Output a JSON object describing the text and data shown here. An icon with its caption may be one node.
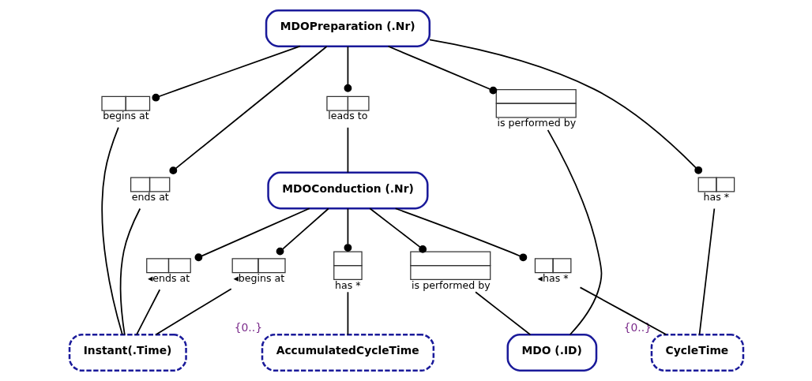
{
  "diagram": {
    "nodes": [
      {
        "text": [],
        "shape": "box",
        "beside": [
          "ends at"
        ]
      },
      {
        "text": [
          "Instant(.Time)"
        ]
      },
      {
        "text": [],
        "shape": "box",
        "beside": [
          "◂ends at"
        ]
      },
      {
        "text": [],
        "shape": "box",
        "beside": [
          "begins at"
        ]
      },
      {
        "text": [],
        "shape": "box",
        "beside": [
          "◂begins at"
        ]
      },
      {
        "text": [
          "MDOPreparation (.Nr)"
        ]
      },
      {
        "text": [],
        "shape": "box",
        "beside": [
          "leads to"
        ]
      },
      {
        "text": [
          "MDOConduction (.Nr)"
        ]
      },
      {
        "text": [],
        "shape": "box",
        "beside": [
          "has *"
        ]
      },
      {
        "text": [
          "CycleTime"
        ],
        "beside": [
          "{0..}"
        ]
      },
      {
        "text": [],
        "shape": "box",
        "beside": [
          "has *"
        ]
      },
      {
        "text": [],
        "shape": "box",
        "beside": [
          "◂has *"
        ]
      },
      {
        "text": [
          "AccumulatedCycleTime"
        ],
        "beside": [
          "{0..}"
        ]
      },
      {
        "text": [],
        "shape": "box",
        "beside": [
          "is performed by"
        ]
      },
      {
        "text": [
          "MDO (.ID)"
        ]
      },
      {
        "text": [],
        "shape": "box",
        "beside": [
          "is performed by"
        ]
      }
    ],
    "edges": [
      {
        "from": 5,
        "to": 0,
        "arrow": "other"
      },
      {
        "from": 0,
        "to": 1,
        "arrow": "none"
      },
      {
        "from": 7,
        "to": 2,
        "arrow": "other"
      },
      {
        "from": 2,
        "to": 1,
        "arrow": "none"
      },
      {
        "from": 5,
        "to": 3,
        "arrow": "other"
      },
      {
        "from": 3,
        "to": 1,
        "arrow": "none"
      },
      {
        "from": 7,
        "to": 4,
        "arrow": "other"
      },
      {
        "from": 4,
        "to": 1,
        "arrow": "none"
      },
      {
        "from": 5,
        "to": 6,
        "arrow": "other"
      },
      {
        "from": 6,
        "to": 7,
        "arrow": "none"
      },
      {
        "from": 7,
        "to": 8,
        "arrow": "other"
      },
      {
        "from": 8,
        "to": 12,
        "arrow": "none"
      },
      {
        "from": 5,
        "to": 10,
        "arrow": "other"
      },
      {
        "from": 10,
        "to": 9,
        "arrow": "none"
      },
      {
        "from": 7,
        "to": 11,
        "arrow": "other"
      },
      {
        "from": 11,
        "to": 9,
        "arrow": "none"
      },
      {
        "from": 5,
        "to": 13,
        "arrow": "other"
      },
      {
        "from": 13,
        "to": 14,
        "arrow": "none"
      },
      {
        "from": 7,
        "to": 15,
        "arrow": "other"
      },
      {
        "from": 15,
        "to": 14,
        "arrow": "none"
      }
    ]
  }
}
